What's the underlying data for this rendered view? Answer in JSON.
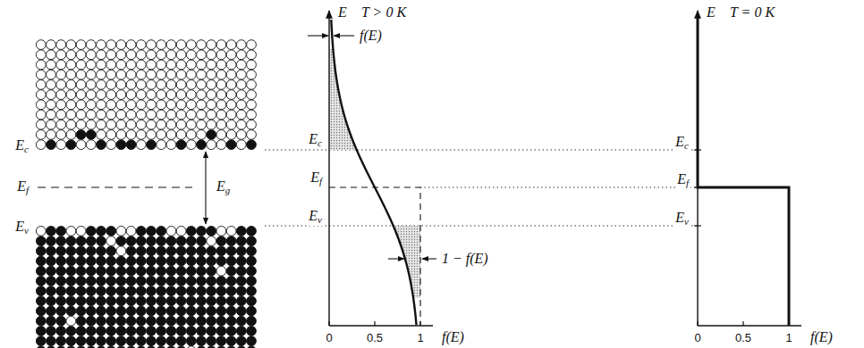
{
  "diagram": {
    "labels": [
      "Ec",
      "Ef",
      "Ev",
      "Eg",
      "E",
      "T > 0 K",
      "f(E)",
      "Ec",
      "Ef",
      "Ev",
      "1 − f(E)",
      "0",
      "0.5",
      "1",
      "f(E)",
      "E",
      "T = 0 K",
      "Ec",
      "Ef",
      "Ev",
      "0",
      "0.5",
      "1",
      "f(E)"
    ]
  }
}
